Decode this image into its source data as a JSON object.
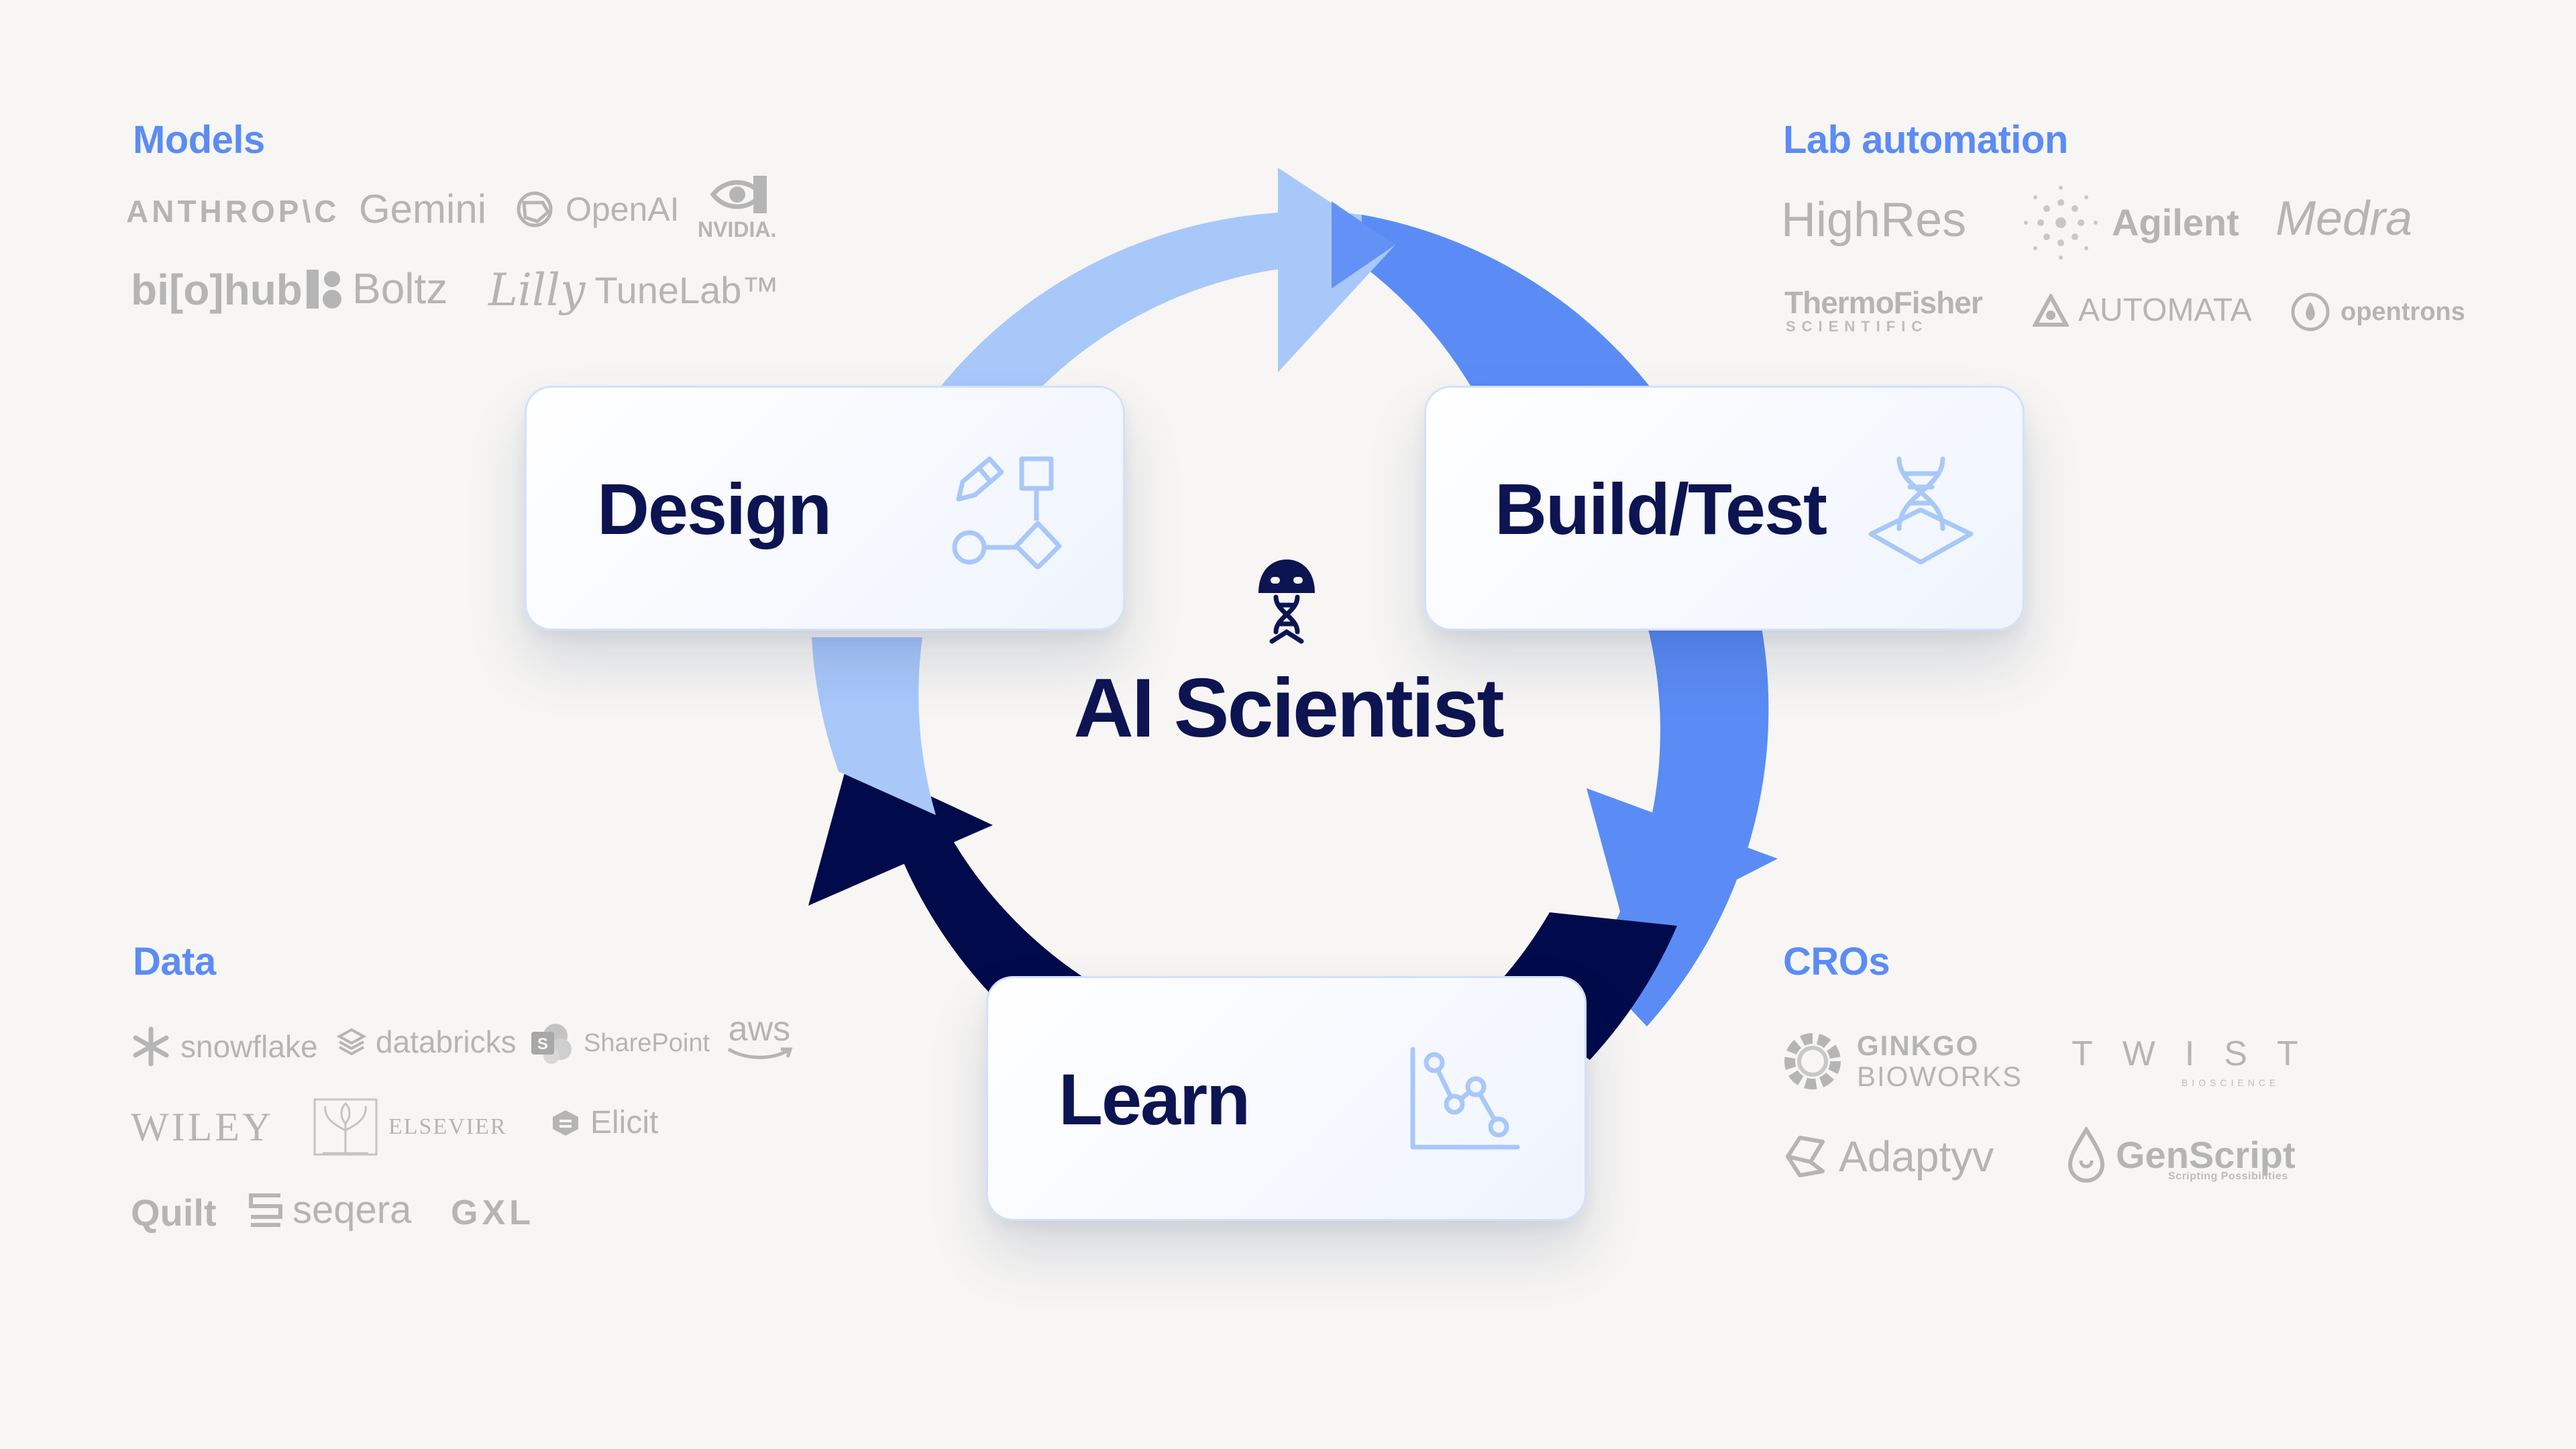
{
  "center": {
    "title": "AI Scientist",
    "icon": "scientist-icon"
  },
  "cards": {
    "design": {
      "label": "Design",
      "icon": "design-shapes-icon"
    },
    "build": {
      "label": "Build/Test",
      "icon": "dna-flask-icon"
    },
    "learn": {
      "label": "Learn",
      "icon": "line-chart-icon"
    }
  },
  "colors": {
    "navy": "#0d1452",
    "arrow_light": "#a9c8fa",
    "arrow_mid": "#5b8cf5",
    "arrow_dark": "#010b4b",
    "section_title": "#5b8cf5",
    "logo_gray": "#b5b5b5",
    "background": "#f7f6f4"
  },
  "sections": {
    "models": {
      "title": "Models",
      "logos": [
        "ANTHROP\\C",
        "Gemini",
        "OpenAI",
        "NVIDIA.",
        "bi[o]hub",
        "Boltz",
        "Lilly",
        "TuneLab™"
      ]
    },
    "lab_automation": {
      "title": "Lab automation",
      "logos": [
        "HighRes",
        "Agilent",
        "Medra",
        "ThermoFisher",
        "SCIENTIFIC",
        "AUTOMATA",
        "opentrons"
      ]
    },
    "data": {
      "title": "Data",
      "logos": [
        "snowflake",
        "databricks",
        "SharePoint",
        "aws",
        "WILEY",
        "ELSEVIER",
        "Elicit",
        "Quilt",
        "seqera",
        "GXL"
      ]
    },
    "cros": {
      "title": "CROs",
      "logos": [
        "GINKGO",
        "BIOWORKS",
        "TWIST",
        "BIOSCIENCE",
        "Adaptyv",
        "GenScript",
        "Scripting Possibilities"
      ]
    }
  }
}
